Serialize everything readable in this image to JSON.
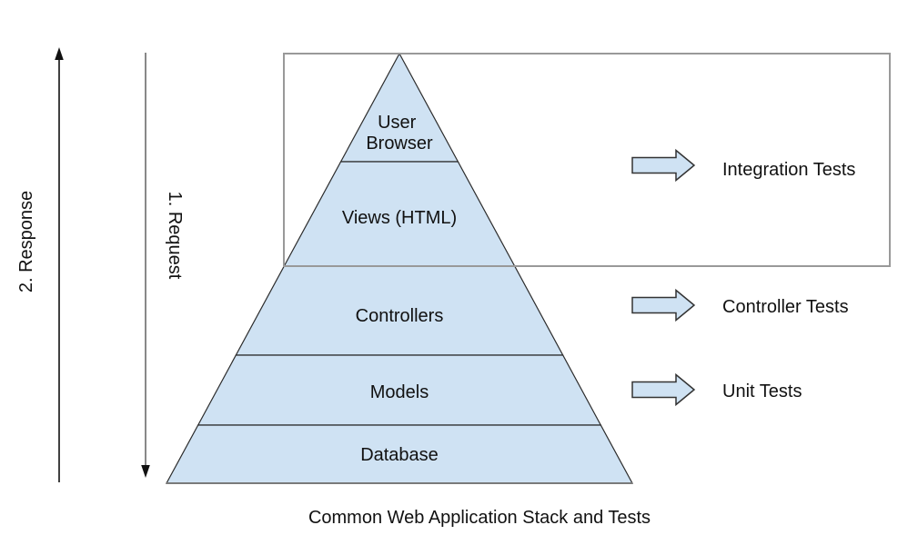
{
  "title": "Common Web Application Stack and Tests",
  "pyramid": {
    "layers": [
      {
        "line1": "User",
        "line2": "Browser"
      },
      {
        "label": "Views (HTML)"
      },
      {
        "label": "Controllers"
      },
      {
        "label": "Models"
      },
      {
        "label": "Database"
      }
    ]
  },
  "flow": {
    "request_label": "1. Request",
    "response_label": "2. Response"
  },
  "tests": {
    "integration": "Integration Tests",
    "controller": "Controller Tests",
    "unit": "Unit Tests"
  },
  "colors": {
    "shape_fill": "#cfe2f3",
    "shape_stroke": "#2b2b2b",
    "boundary_stroke": "#999999",
    "request_line": "#888888",
    "response_line": "#111111",
    "text": "#111111",
    "background": "#ffffff"
  }
}
